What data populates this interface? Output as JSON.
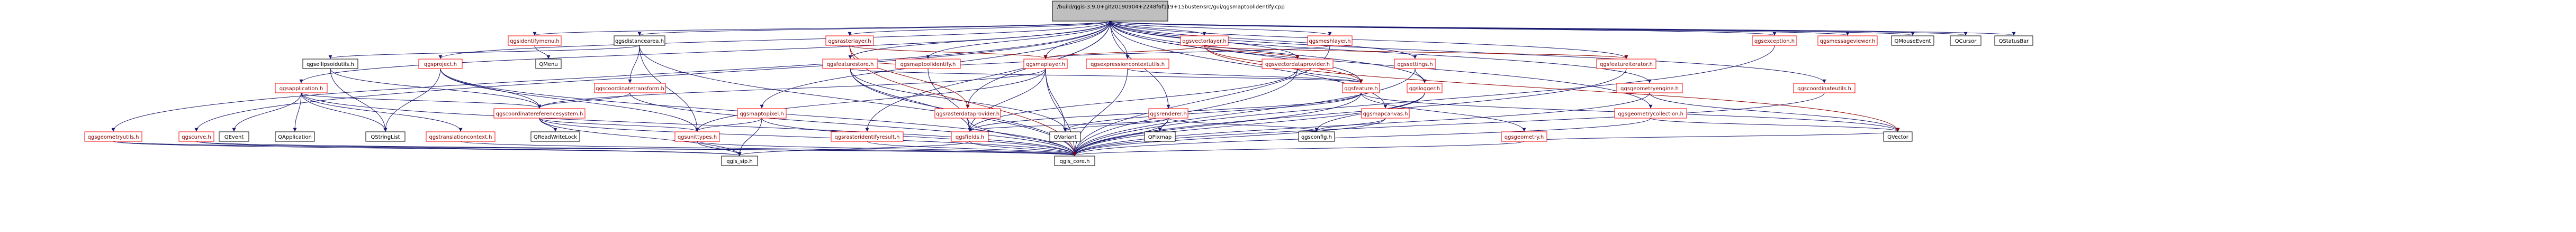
{
  "root": {
    "line1": "/build/qgis-3.9.0+git20190904+2248f6f119+15buster/src/gui/qgsmaptoolidentify.cpp",
    "line2": ""
  },
  "colors": {
    "edge_blue": "#191970",
    "edge_red": "#8b0000",
    "node_border": "#000000",
    "node_border_red": "#ff0000",
    "root_fill": "#bfbfbf",
    "text_red": "#8b0000",
    "text_default": "#000000"
  },
  "nodes": [
    {
      "id": "qgsidentifymenu",
      "label": "qgsidentifymenu.h",
      "red": true
    },
    {
      "id": "qgsdistancearea",
      "label": "qgsdistancearea.h",
      "red": false
    },
    {
      "id": "qgsrasterlayer",
      "label": "qgsrasterlayer.h",
      "red": true
    },
    {
      "id": "qgsvectorlayer",
      "label": "qgsvectorlayer.h",
      "red": true
    },
    {
      "id": "qgsmeshlayer",
      "label": "qgsmeshlayer.h",
      "red": true
    },
    {
      "id": "qgsexception",
      "label": "qgsexception.h",
      "red": true
    },
    {
      "id": "qgsmessageviewer",
      "label": "qgsmessageviewer.h",
      "red": true
    },
    {
      "id": "qmouseevent",
      "label": "QMouseEvent",
      "red": false
    },
    {
      "id": "qcursor",
      "label": "QCursor",
      "red": false
    },
    {
      "id": "qstatusbar",
      "label": "QStatusBar",
      "red": false
    },
    {
      "id": "qmenu",
      "label": "QMenu",
      "red": false
    },
    {
      "id": "qgsellipsoidutils",
      "label": "qgsellipsoidutils.h",
      "red": false
    },
    {
      "id": "qgsproject",
      "label": "qgsproject.h",
      "red": true
    },
    {
      "id": "qgsfeaturestore",
      "label": "qgsfeaturestore.h",
      "red": true
    },
    {
      "id": "qgsmaptoolidentify",
      "label": "qgsmaptoolidentify.h",
      "red": true
    },
    {
      "id": "qgsmaplayer",
      "label": "qgsmaplayer.h",
      "red": true
    },
    {
      "id": "qgsexpressioncontextutils",
      "label": "qgsexpressioncontextutils.h",
      "red": true
    },
    {
      "id": "qgsvectordataprovider",
      "label": "qgsvectordataprovider.h",
      "red": true
    },
    {
      "id": "qgssettings",
      "label": "qgssettings.h",
      "red": true
    },
    {
      "id": "qgsfeatureiterator",
      "label": "qgsfeatureiterator.h",
      "red": true
    },
    {
      "id": "qgsapplication",
      "label": "qgsapplication.h",
      "red": true
    },
    {
      "id": "qgscoordinatetransform",
      "label": "qgscoordinatetransform.h",
      "red": true
    },
    {
      "id": "qgsfeature",
      "label": "qgsfeature.h",
      "red": true
    },
    {
      "id": "qgslogger",
      "label": "qgslogger.h",
      "red": true
    },
    {
      "id": "qgsgeometryengine",
      "label": "qgsgeometryengine.h",
      "red": true
    },
    {
      "id": "qgscoordinateutils",
      "label": "qgscoordinateutils.h",
      "red": true
    },
    {
      "id": "qgscoordinatereferencesystem",
      "label": "qgscoordinatereferencesystem.h",
      "red": true
    },
    {
      "id": "qgsmaptopixel",
      "label": "qgsmaptopixel.h",
      "red": true
    },
    {
      "id": "qgsrasterdataprovider",
      "label": "qgsrasterdataprovider.h",
      "red": true
    },
    {
      "id": "qgsrenderer",
      "label": "qgsrenderer.h",
      "red": true
    },
    {
      "id": "qgsmapcanvas",
      "label": "qgsmapcanvas.h",
      "red": true
    },
    {
      "id": "qgsgeometrycollection",
      "label": "qgsgeometrycollection.h",
      "red": true
    },
    {
      "id": "qgsgeometryutils",
      "label": "qgsgeometryutils.h",
      "red": true
    },
    {
      "id": "qgscurve",
      "label": "qgscurve.h",
      "red": true
    },
    {
      "id": "qevent",
      "label": "QEvent",
      "red": false
    },
    {
      "id": "qapplication",
      "label": "QApplication",
      "red": false
    },
    {
      "id": "qstringlist",
      "label": "QStringList",
      "red": false
    },
    {
      "id": "qgstranslationcontext",
      "label": "qgstranslationcontext.h",
      "red": true
    },
    {
      "id": "qreadwritelock",
      "label": "QReadWriteLock",
      "red": false
    },
    {
      "id": "qgsunittypes",
      "label": "qgsunittypes.h",
      "red": true
    },
    {
      "id": "qgsrasteridentifyresult",
      "label": "qgsrasteridentifyresult.h",
      "red": true
    },
    {
      "id": "qgsfields",
      "label": "qgsfields.h",
      "red": true
    },
    {
      "id": "qvariant",
      "label": "QVariant",
      "red": false
    },
    {
      "id": "qpixmap",
      "label": "QPixmap",
      "red": false
    },
    {
      "id": "qgsconfig",
      "label": "qgsconfig.h",
      "red": false
    },
    {
      "id": "qgsgeometry",
      "label": "qgsgeometry.h",
      "red": true
    },
    {
      "id": "qvector",
      "label": "QVector",
      "red": false
    },
    {
      "id": "qgis_sip",
      "label": "qgis_sip.h",
      "red": false
    },
    {
      "id": "qgis_core",
      "label": "qgis_core.h",
      "red": false
    }
  ]
}
